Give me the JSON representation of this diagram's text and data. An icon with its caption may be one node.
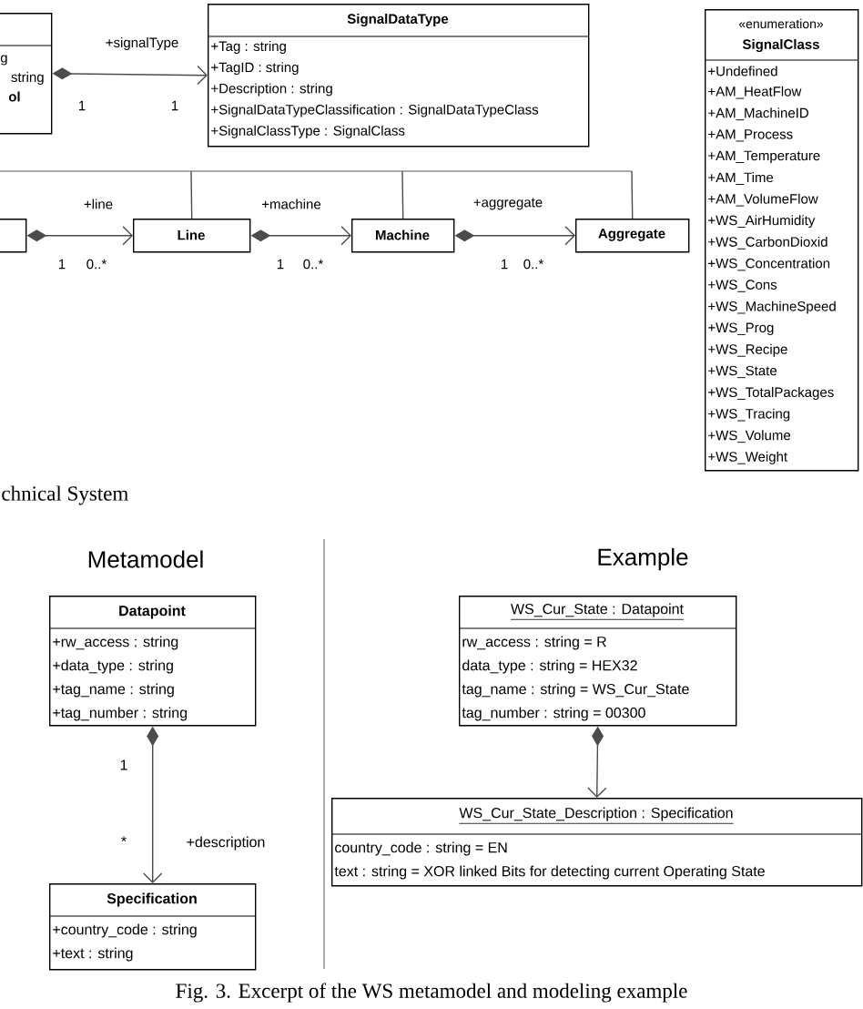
{
  "diagram": {
    "caption": "Fig. 3.  Excerpt of the WS metamodel and modeling example",
    "nodes": [
      {
        "text": [
          "g",
          "string",
          "ol"
        ]
      },
      {
        "text": [
          "SignalDataType",
          "+Tag : string",
          "+TagID : string",
          "+Description : string",
          "+SignalDataTypeClassification : SignalDataTypeClass",
          "+SignalClassType : SignalClass"
        ]
      },
      {
        "text": [
          "«enumeration»",
          "SignalClass",
          "+Undefined",
          "+AM_HeatFlow",
          "+AM_MachineID",
          "+AM_Process",
          "+AM_Temperature",
          "+AM_Time",
          "+AM_VolumeFlow",
          "+WS_AirHumidity",
          "+WS_CarbonDioxid",
          "+WS_Concentration",
          "+WS_Cons",
          "+WS_MachineSpeed",
          "+WS_Prog",
          "+WS_Recipe",
          "+WS_State",
          "+WS_TotalPackages",
          "+WS_Tracing",
          "+WS_Volume",
          "+WS_Weight"
        ]
      },
      {
        "text": [],
        "shape": "box"
      },
      {
        "text": [
          "Line"
        ]
      },
      {
        "text": [
          "Machine"
        ]
      },
      {
        "text": [
          "Aggregate"
        ]
      },
      {
        "text": [
          "Datapoint",
          "+rw_access : string",
          "+data_type : string",
          "+tag_name : string",
          "+tag_number : string"
        ]
      },
      {
        "text": [
          "Specification",
          "+country_code : string",
          "+text : string"
        ]
      },
      {
        "text": [
          "WS_Cur_State : Datapoint",
          "rw_access : string = R",
          "data_type : string = HEX32",
          "tag_name : string = WS_Cur_State",
          "tag_number : string = 00300"
        ]
      },
      {
        "text": [
          "WS_Cur_State_Description : Specification",
          "country_code : string = EN",
          "text : string = XOR linked Bits for detecting current Operating State"
        ]
      }
    ],
    "edges": [
      {
        "from": 0,
        "to": 1,
        "arrow": "to",
        "label": "+signalType"
      },
      {
        "from": 3,
        "to": 4,
        "arrow": "to",
        "label": "+line"
      },
      {
        "from": 4,
        "to": 5,
        "arrow": "to",
        "label": "+machine"
      },
      {
        "from": 5,
        "to": 6,
        "arrow": "to",
        "label": "+aggregate"
      },
      {
        "from": null,
        "to": 4,
        "arrow": "none"
      },
      {
        "from": null,
        "to": 5,
        "arrow": "none"
      },
      {
        "from": null,
        "to": 6,
        "arrow": "none"
      },
      {
        "from": 7,
        "to": 8,
        "arrow": "to",
        "label": "+description"
      },
      {
        "from": 9,
        "to": 10,
        "arrow": "to"
      }
    ],
    "labels": [
      "1",
      "1",
      "1",
      "0..*",
      "1",
      "0..*",
      "1",
      "0..*",
      "chnical System",
      "Metamodel",
      "Example",
      "1",
      "*"
    ]
  }
}
